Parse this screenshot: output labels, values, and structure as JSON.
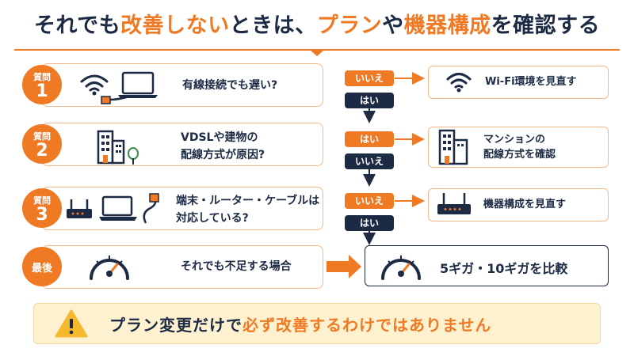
{
  "title": {
    "part1": "それでも",
    "part2": "改善しない",
    "part3": "ときは、",
    "part4": "プラン",
    "part5": "や",
    "part6": "機器構成",
    "part7": "を確認する"
  },
  "questions": [
    {
      "label": "質問",
      "num": "1",
      "text": "有線接続でも遅い?"
    },
    {
      "label": "質問",
      "num": "2",
      "text_line1": "VDSLや建物の",
      "text_line2": "配線方式が原因?"
    },
    {
      "label": "質問",
      "num": "3",
      "text_line1": "端末・ルーター・ケーブルは",
      "text_line2": "対応している?"
    },
    {
      "label": "最後",
      "text": "それでも不足する場合"
    }
  ],
  "branches": {
    "q1_yes_side": "いいえ",
    "q1_down": "はい",
    "q2_side": "はい",
    "q2_down": "いいえ",
    "q3_side": "いいえ",
    "q3_down": "はい"
  },
  "results": [
    {
      "text": "Wi-Fi環境を見直す"
    },
    {
      "text_line1": "マンションの",
      "text_line2": "配線方式を確認"
    },
    {
      "text": "機器構成を見直す"
    }
  ],
  "final": {
    "text": "5ギガ・10ギガを比較"
  },
  "banner": {
    "part1": "プラン変更だけで",
    "part2": "必ず改善するわけではありません"
  },
  "colors": {
    "accent": "#f07a24",
    "navy": "#1c2a44",
    "banner_bg": "#fdf1cf"
  },
  "icons": [
    "wifi-icon",
    "laptop-icon",
    "ethernet-cable-icon",
    "building-icon",
    "tree-icon",
    "router-icon",
    "speedometer-icon",
    "warning-icon"
  ]
}
